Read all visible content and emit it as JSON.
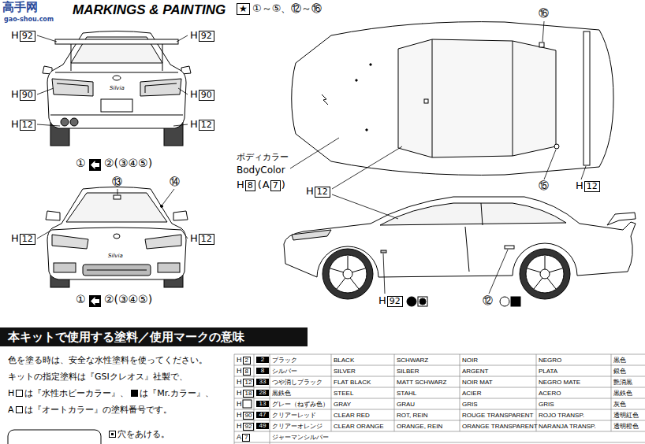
{
  "diagram": {
    "title": "MARKINGS & PAINTING",
    "nodes": [
      {
        "text": [
          "本キットで使用する塗料／使用マークの意味"
        ]
      }
    ],
    "labels": [
      "高手网",
      "gao-shou.com",
      "★",
      "①～⑤、⑫～⑯",
      "H",
      "92",
      "H",
      "92",
      "H",
      "90",
      "H",
      "90",
      "H",
      "12",
      "H",
      "12",
      "Silvia",
      "①",
      "②(③④⑤)",
      "⑬",
      "⑭",
      "H",
      "12",
      "H",
      "12",
      "Silvia",
      "①",
      "②(③④⑤)",
      "⑯",
      "⑮",
      "H",
      "12",
      "ボディカラー",
      "BodyColor",
      "H",
      "8",
      "(",
      "A",
      "7",
      ")",
      "H",
      "12",
      "H",
      "92",
      "⑫",
      "色を塗る時は、安全な水性塗料を使ってください。",
      "キットの指定塗料は『GSIクレオス』社製で、",
      "H",
      "は『水性ホビーカラー』、",
      "は『Mr.カラー』、",
      "A",
      "は『オートカラー』の塗料番号です。",
      "穴をあける。",
      "H",
      "2",
      "2",
      "ブラック",
      "BLACK",
      "SCHWARZ",
      "NOIR",
      "NEGRO",
      "黒色",
      "H",
      "8",
      "8",
      "シルバー",
      "SILVER",
      "SILBER",
      "ARGENT",
      "PLATA",
      "銀色",
      "H",
      "12",
      "33",
      "つや消しブラック",
      "FLAT BLACK",
      "MATT SCHWARZ",
      "NOIR MAT",
      "NEGRO MATE",
      "艶消黒",
      "H",
      "18",
      "28",
      "黒鉄色",
      "STEEL",
      "STAHL",
      "ACIER",
      "ACERO",
      "黒鉄色",
      "H",
      "13",
      "グレー（ねずみ色）",
      "GRAY",
      "GRAU",
      "GRIS",
      "GRIS",
      "灰色",
      "H",
      "90",
      "47",
      "クリアーレッド",
      "CLEAR RED",
      "ROT, REIN",
      "ROUGE TRANSPARENT",
      "ROJO TRANSP.",
      "透明紅色",
      "H",
      "92",
      "49",
      "クリアーオレンジ",
      "CLEAR ORANGE",
      "ORANGE, REIN",
      "ORANGE TRANSPARENT",
      "NARANJA TRANSP.",
      "透明橙色",
      "A",
      "7",
      "ジャーマンシルバー"
    ]
  }
}
